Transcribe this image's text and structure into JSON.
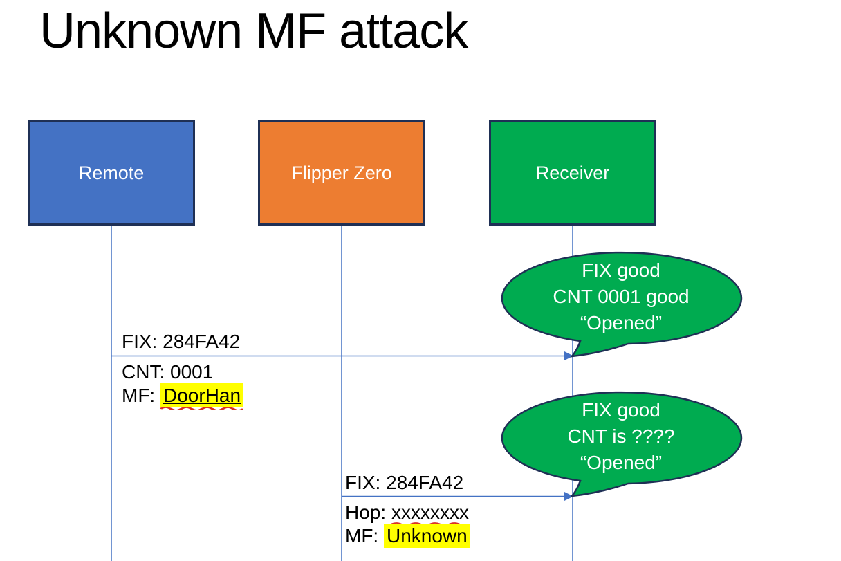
{
  "slide": {
    "title": "Unknown MF attack"
  },
  "actors": [
    {
      "label": "Remote",
      "fill": "#4472C4"
    },
    {
      "label": "Flipper Zero",
      "fill": "#ED7D31"
    },
    {
      "label": "Receiver",
      "fill": "#00AB50"
    }
  ],
  "messages": [
    {
      "from": "Remote",
      "to": "Receiver",
      "fix": "FIX: 284FA42",
      "cnt": "CNT: 0001",
      "mf_prefix": "MF: ",
      "mf_value": "DoorHan"
    },
    {
      "from": "Flipper Zero",
      "to": "Receiver",
      "fix": "FIX: 284FA42",
      "hop_prefix": "Hop: ",
      "hop_value": "xxxxxxxx",
      "mf_prefix": "MF: ",
      "mf_value": "Unknown"
    }
  ],
  "callouts": [
    {
      "line1": "FIX good",
      "line2": "CNT 0001 good",
      "line3": "“Opened”"
    },
    {
      "line1": "FIX good",
      "line2": "CNT is ????",
      "line3": "“Opened”"
    }
  ],
  "colors": {
    "actor_outline": "#1F3055",
    "connector": "#4472C4",
    "callout_fill": "#00AB50",
    "callout_outline": "#1F3055",
    "highlight": "#FFFF00",
    "spellcheck_squiggle": "#D93025",
    "text_dark": "#000000",
    "text_light": "#FFFFFF"
  }
}
